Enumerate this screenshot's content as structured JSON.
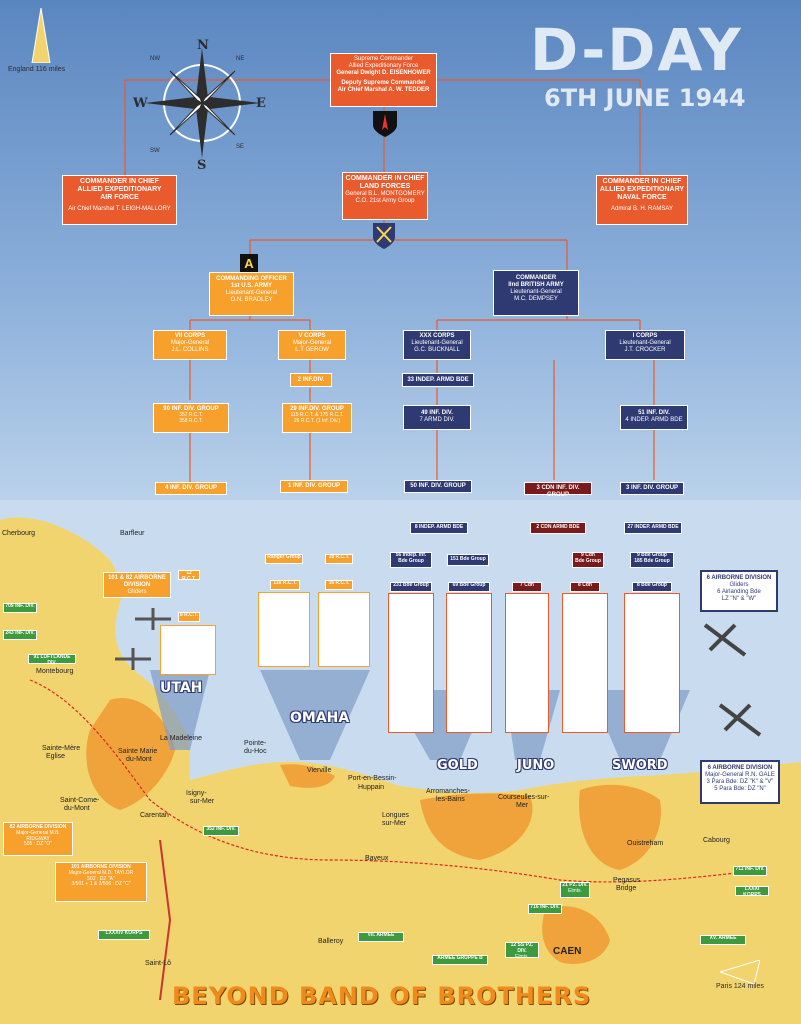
{
  "title": {
    "main": "D-DAY",
    "date": "6TH JUNE 1944",
    "footer": "BEYOND BAND OF BROTHERS"
  },
  "compass": {
    "n": "N",
    "s": "S",
    "e": "E",
    "w": "W",
    "ne": "NE",
    "nw": "NW",
    "se": "SE",
    "sw": "SW"
  },
  "distances": {
    "england": "England 116 miles",
    "paris": "Paris 124 miles"
  },
  "supreme": {
    "l1": "Supreme Commander",
    "l2": "Allied Expeditionary Force",
    "l3": "General Dwight D. EISENHOWER",
    "l4": "Deputy Supreme Commander",
    "l5": "Air Chief Marshal A. W. TEDDER"
  },
  "air": {
    "l1": "COMMANDER IN CHIEF",
    "l2": "ALLIED EXPEDITIONARY",
    "l3": "AIR FORCE",
    "l4": "Air Chief Marshal T. LEIGH-MALLORY"
  },
  "land": {
    "l1": "COMMANDER IN CHIEF",
    "l2": "LAND FORCES",
    "l3": "General B.L. MONTGOMERY",
    "l4": "C.O. 21st Army Group"
  },
  "naval": {
    "l1": "COMMANDER IN CHIEF",
    "l2": "ALLIED EXPEDITIONARY",
    "l3": "NAVAL FORCE",
    "l4": "Admiral B. H. RAMSAY"
  },
  "usarmy": {
    "l1": "COMMANDING OFFICER",
    "l2": "1st U.S. ARMY",
    "l3": "Lieutenant-General",
    "l4": "O.N. BRADLEY"
  },
  "britarmy": {
    "l1": "COMMANDER",
    "l2": "IInd BRITISH ARMY",
    "l3": "Lieutenant-General",
    "l4": "M.C. DEMPSEY"
  },
  "vii": {
    "l1": "VII CORPS",
    "l2": "Major-General",
    "l3": "J.L. COLLINS"
  },
  "v": {
    "l1": "V CORPS",
    "l2": "Major-General",
    "l3": "L.T GEROW"
  },
  "xxx": {
    "l1": "XXX CORPS",
    "l2": "Lieutenant-General",
    "l3": "G.C. BUCKNALL"
  },
  "i": {
    "l1": "I CORPS",
    "l2": "Lieutenant-General",
    "l3": "J.T. CROCKER"
  },
  "units": {
    "inf2": "2 INF.DIV.",
    "inf90a": "90 INF. DIV. GROUP",
    "inf90b": "357 R.C.T.",
    "inf90c": "358 R.C.T.",
    "inf29a": "29 INF.DIV. GROUP",
    "inf29b": "115 R.C.T. & 175 R.C.T.",
    "inf29c": "26 R.C.T. (1 Inf. Div.)",
    "armd33": "33 INDEP. ARMD BDE",
    "inf49a": "49 INF. DIV.",
    "inf49b": "7 ARMD DIV.",
    "inf51a": "51 INF. DIV.",
    "inf51b": "4 INDEP. ARMD BDE",
    "inf4": "4 INF. DIV. GROUP",
    "inf1": "1 INF. DIV. GROUP",
    "inf50": "50 INF. DIV. GROUP",
    "can3": "3 CDN INF. DIV. GROUP",
    "inf3": "3 INF. DIV. GROUP",
    "armd8": "8 INDEP. ARMD BDE",
    "cdnarmd2": "2 CDN ARMD BDE",
    "armd27": "27 INDEP. ARMD BDE",
    "bde56a": "56 Indep. Inf.",
    "bde56b": "Bde Group",
    "bde151": "151 Bde Group",
    "bde9a": "9 Bde Group",
    "bde9b": "185 Bde Group",
    "bde231": "231 Bde Group",
    "bde69": "69 Bde Group",
    "cdn7": "7 Cdn",
    "cdn8": "8 Cdn",
    "bde8": "8 Bde Group",
    "cdn9a": "9 Cdn",
    "cdn9b": "Bde Group",
    "rct8": "8 R.C.T.",
    "rct12": "12 R.C.T.",
    "rct16": "16 R.C.T.",
    "rct18": "18 R.C.T.",
    "rct116": "116 R.C.T.",
    "ranger": "Ranger Group",
    "b82": "101 & 82 AIRBORNE DIVISION",
    "b82b": "Gliders"
  },
  "beaches": {
    "utah": "UTAH",
    "omaha": "OMAHA",
    "gold": "GOLD",
    "juno": "JUNO",
    "sword": "SWORD"
  },
  "towns": {
    "cherbourg": "Cherbourg",
    "barfleur": "Barfleur",
    "montebourg": "Montebourg",
    "stmere": "Sainte-Mère",
    "eglise": "Eglise",
    "stmarie": "Sainte Marie",
    "dumont": "du-Mont",
    "madeleine": "La Madeleine",
    "pointe": "Pointe-",
    "duhoc": "du-Hoc",
    "vierville": "Vierville",
    "portbessin": "Port-en-Bessin-",
    "huppain": "Huppain",
    "arromanches": "Arromanches-",
    "lesbains": "les-Bains",
    "courseulles": "Courseulles-sur-",
    "mer": "Mer",
    "longues": "Longues",
    "surmer": "sur-Mer",
    "isigny": "Isigny-",
    "isignymer": "sur-Mer",
    "carentan": "Carentan",
    "bayeux": "Bayeux",
    "stcome": "Saint-Come-",
    "stcome2": "du-Mont",
    "ouistreham": "Ouistreham",
    "cabourg": "Cabourg",
    "pegasus": "Pegasus",
    "bridge": "Bridge",
    "balleroy": "Balleroy",
    "stlo": "Saint-Lô",
    "caen": "CAEN"
  },
  "airborne6a": {
    "l1": "6 AIRBORNE DIVISION",
    "l2": "Gliders",
    "l3": "6 Airlanding Bde",
    "l4": "LZ \"N\" & \"W\""
  },
  "airborne6b": {
    "l1": "6 AIRBORNE DIVISION",
    "l2": "Major-General R.N. GALE",
    "l3": "3 Para Bde: DZ \"K\" & \"V\"",
    "l4": "5 Para Bde: DZ \"N\""
  },
  "german": {
    "d709": "709 INF. DIV.",
    "d243": "243 INF. DIV.",
    "d91": "91 LUFTLANDE DIV.",
    "d352": "352 INF. DIV.",
    "d711": "711 INF. DIV.",
    "lxxxi": "LXXXI KORPS",
    "d21": "21 PZ. DIV.",
    "d21b": "Elmts.",
    "d716": "716 INF. DIV.",
    "d12": "12 SS PZ. DIV.",
    "d12b": "Elmts.",
    "lxxxiv": "LXXXIV KORPS",
    "viiarmee": "VII. ARMEE",
    "arminee": "ARMEE GRUPPE B",
    "xv": "XV. ARMEE"
  },
  "us82": {
    "l1": "82 AIRBORNE DIVISION",
    "l2": "Major-General M.B. RIDGWAY",
    "l3": "505 : DZ \"O\""
  },
  "us101": {
    "l1": "101 AIRBORNE DIVISION",
    "l2": "Major-General M.D. TAYLOR",
    "l3": "502 : DZ \"A\"",
    "l4": "3/501 + 1 & 2/506 : DZ \"C\""
  }
}
